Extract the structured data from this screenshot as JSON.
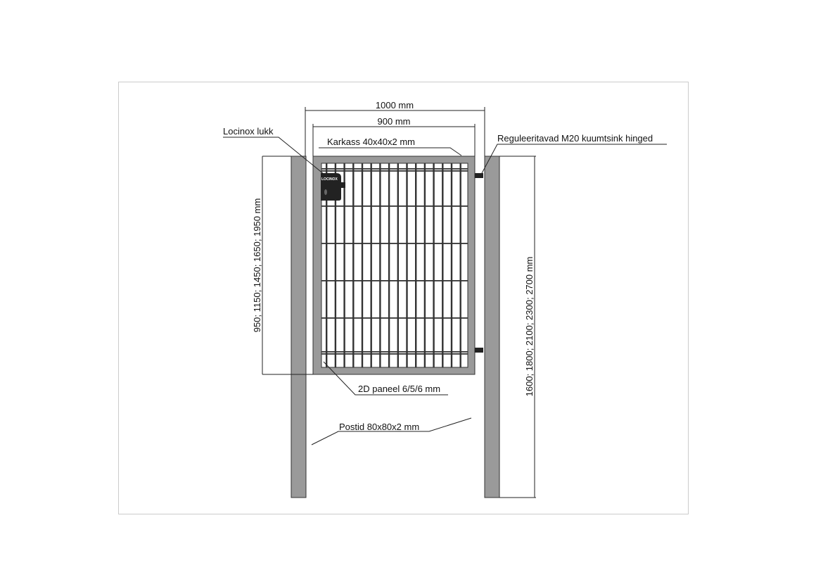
{
  "dimensions": {
    "outer_width": "1000 mm",
    "gate_width": "900 mm",
    "gate_heights": "950; 1150; 1450; 1650; 1950 mm",
    "post_heights": "1600; 1800; 2100; 2300; 2700 mm"
  },
  "labels": {
    "lock": "Locinox lukk",
    "frame": "Karkass 40x40x2 mm",
    "hinges": "Reguleeritavad M20 kuumtsink hinged",
    "panel": "2D paneel 6/5/6 mm",
    "posts": "Postid 80x80x2 mm"
  },
  "lock_brand": "LOCINOX",
  "colors": {
    "metal": "#9a9a9a",
    "bars": "#333333"
  }
}
